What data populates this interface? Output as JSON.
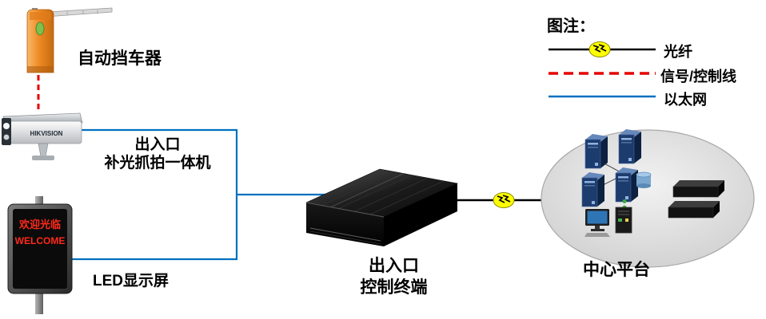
{
  "legend": {
    "title": "图注：",
    "items": [
      {
        "label": "光纤",
        "type": "fiber"
      },
      {
        "label": "信号/控制线",
        "type": "signal-dashed"
      },
      {
        "label": "以太网",
        "type": "ethernet-solid"
      }
    ]
  },
  "nodes": {
    "barrier": {
      "label": "自动挡车器"
    },
    "camera": {
      "label_line1": "出入口",
      "label_line2": "补光抓拍一体机",
      "brand": "HIKVISION"
    },
    "led": {
      "label": "LED显示屏",
      "screen_line1": "欢迎光临",
      "screen_line2": "WELCOME"
    },
    "terminal": {
      "label_line1": "出入口",
      "label_line2": "控制终端"
    },
    "platform": {
      "label": "中心平台"
    }
  },
  "colors": {
    "ethernet": "#0070c0",
    "signal_control": "#e60000",
    "fiber_line": "#000000",
    "fiber_symbol_fill": "#ffff00",
    "barrier_body": "#ef8a25",
    "led_text": "#ff2a1a"
  }
}
